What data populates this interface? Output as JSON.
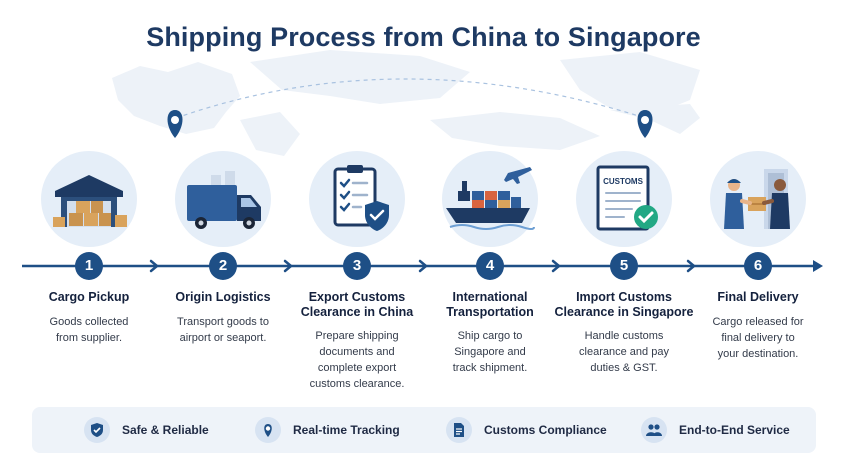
{
  "title": "Shipping Process from China to Singapore",
  "steps": [
    {
      "number": "1",
      "title": "Cargo Pickup",
      "desc": "Goods collected\nfrom supplier."
    },
    {
      "number": "2",
      "title": "Origin Logistics",
      "desc": "Transport goods to\nairport or seaport."
    },
    {
      "number": "3",
      "title": "Export Customs\nClearance in China",
      "desc": "Prepare shipping\ndocuments and\ncomplete export\ncustoms clearance."
    },
    {
      "number": "4",
      "title": "International\nTransportation",
      "desc": "Ship cargo to\nSingapore and\ntrack shipment."
    },
    {
      "number": "5",
      "title": "Import Customs\nClearance in Singapore",
      "desc": "Handle customs\nclearance and pay\nduties & GST."
    },
    {
      "number": "6",
      "title": "Final Delivery",
      "desc": "Cargo released for\nfinal delivery to\nyour destination."
    }
  ],
  "customs_doc_label": "CUSTOMS",
  "features": [
    {
      "label": "Safe & Reliable",
      "icon": "shield-check-icon"
    },
    {
      "label": "Real-time Tracking",
      "icon": "location-pin-icon"
    },
    {
      "label": "Customs Compliance",
      "icon": "document-icon"
    },
    {
      "label": "End-to-End Service",
      "icon": "users-icon"
    }
  ],
  "colors": {
    "primary": "#1e4f86",
    "dark": "#1e3a63",
    "light": "#e5eef8",
    "accent": "#22a884"
  }
}
